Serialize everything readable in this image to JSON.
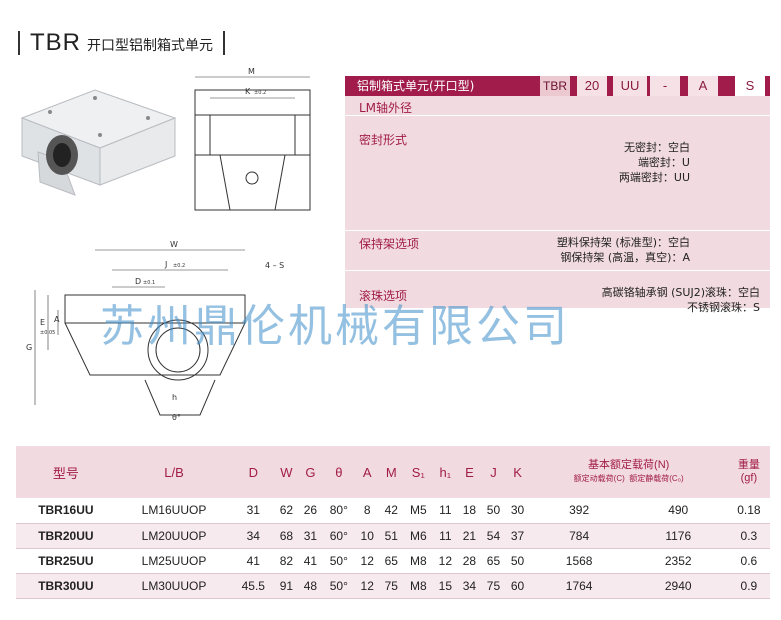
{
  "title": {
    "model": "TBR",
    "name": "开口型铝制箱式单元"
  },
  "drawing": {
    "labels": {
      "M": "M",
      "K": "K",
      "K_tol": "±0.2",
      "W": "W",
      "J": "J",
      "J_tol": "±0.2",
      "D": "D",
      "D_tol": "±0.1",
      "S": "4 – S",
      "A": "A",
      "E": "E",
      "E_tol": "±0.05",
      "G": "G",
      "h": "h",
      "theta": "θ°"
    }
  },
  "spec": {
    "header_title": "铝制箱式单元(开口型)",
    "codes": [
      "TBR",
      "20",
      "UU",
      "-",
      "A",
      "S"
    ],
    "lm_label": "LM轴外径",
    "seal": {
      "label": "密封形式",
      "options": [
        "无密封：空白",
        "端密封：U",
        "两端密封：UU"
      ]
    },
    "cage": {
      "label": "保持架选项",
      "options": [
        "塑料保持架 (标准型)：空白",
        "钢保持架 (高温，真空)：A"
      ]
    },
    "ball": {
      "label": "滚珠选项",
      "options": [
        "高碳铬轴承钢 (SUJ2)滚珠：空白",
        "不锈钢滚珠：S"
      ]
    }
  },
  "watermark": "苏州鼎伦机械有限公司",
  "table": {
    "headers": [
      "型号",
      "L/B",
      "D",
      "W",
      "G",
      "θ",
      "A",
      "M",
      "S₁",
      "h₁",
      "E",
      "J",
      "K"
    ],
    "load_header": {
      "title": "基本额定载荷(N)",
      "dynamic": "额定动载荷(C)",
      "static": "额定静载荷(C₀)"
    },
    "weight_header": {
      "title": "重量",
      "unit": "(gf)"
    },
    "rows": [
      [
        "TBR16UU",
        "LM16UUOP",
        "31",
        "62",
        "26",
        "80°",
        "8",
        "42",
        "M5",
        "11",
        "18",
        "50",
        "30",
        "392",
        "490",
        "0.18"
      ],
      [
        "TBR20UU",
        "LM20UUOP",
        "34",
        "68",
        "31",
        "60°",
        "10",
        "51",
        "M6",
        "11",
        "21",
        "54",
        "37",
        "784",
        "1176",
        "0.3"
      ],
      [
        "TBR25UU",
        "LM25UUOP",
        "41",
        "82",
        "41",
        "50°",
        "12",
        "65",
        "M8",
        "12",
        "28",
        "65",
        "50",
        "1568",
        "2352",
        "0.6"
      ],
      [
        "TBR30UU",
        "LM30UUOP",
        "45.5",
        "91",
        "48",
        "50°",
        "12",
        "75",
        "M8",
        "15",
        "34",
        "75",
        "60",
        "1764",
        "2940",
        "0.9"
      ]
    ]
  },
  "colors": {
    "accent": "#a11c4a",
    "panel": "#f2dbe0",
    "watermark": "#3c8cc8"
  }
}
